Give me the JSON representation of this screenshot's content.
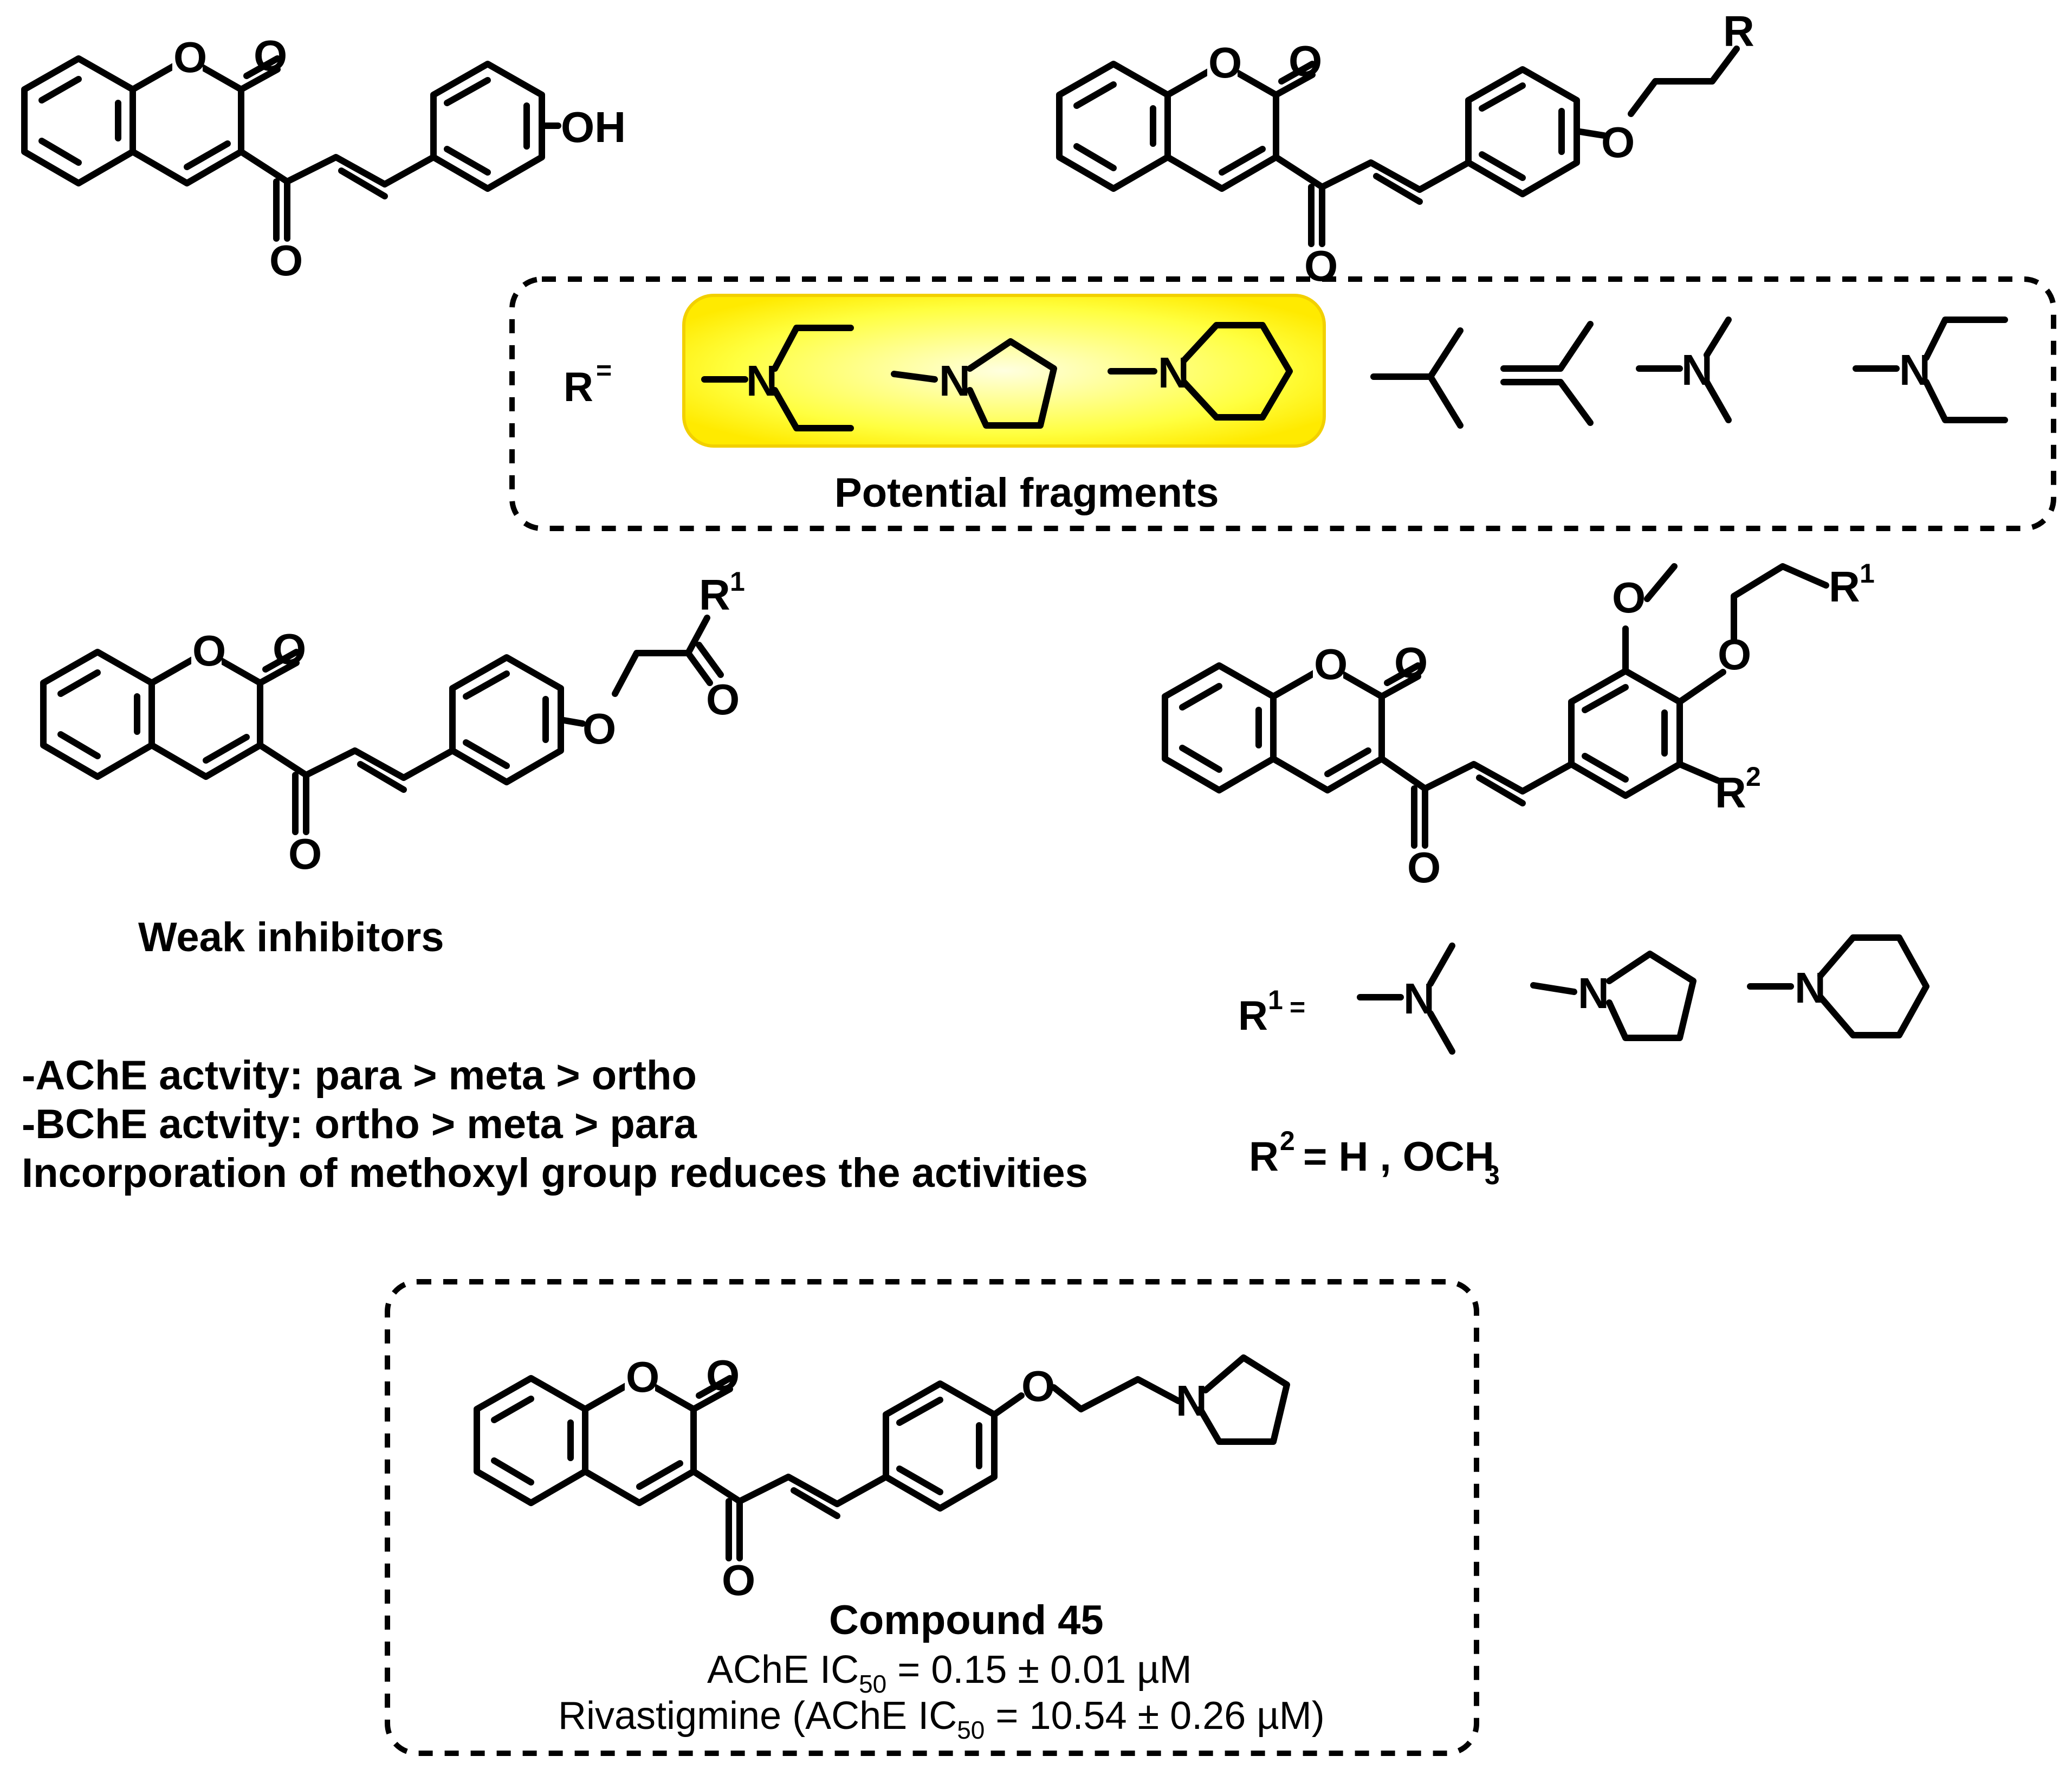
{
  "atoms": {
    "o": "O",
    "oh": "OH",
    "r": "R",
    "n": "N",
    "r1": "R",
    "r2": "R",
    "sup1": "1",
    "sup2": "2"
  },
  "fragments_box": {
    "prefix": "R",
    "equals": "=",
    "caption": "Potential fragments",
    "highlight_color": "#FFFF00"
  },
  "weak_inhibitors": {
    "title": "Weak inhibitors",
    "notes": [
      "-AChE actvity: para > meta > ortho",
      "-BChE actvity: ortho > meta > para",
      "Incorporation of methoxyl group reduces the activities"
    ]
  },
  "r1_def": {
    "prefix": "R",
    "sup": "1",
    "equals": "="
  },
  "r2_def": {
    "prefix": "R",
    "sup": "2",
    "text": "= H , OCH",
    "sub": "3"
  },
  "compound": {
    "title": "Compound 45",
    "line1_a": "AChE IC",
    "line1_sub": "50",
    "line1_b": " = 0.15 ± 0.01 µM",
    "line2_a": "Rivastigmine (AChE IC",
    "line2_sub": "50",
    "line2_b": " = 10.54 ± 0.26 µM)"
  }
}
